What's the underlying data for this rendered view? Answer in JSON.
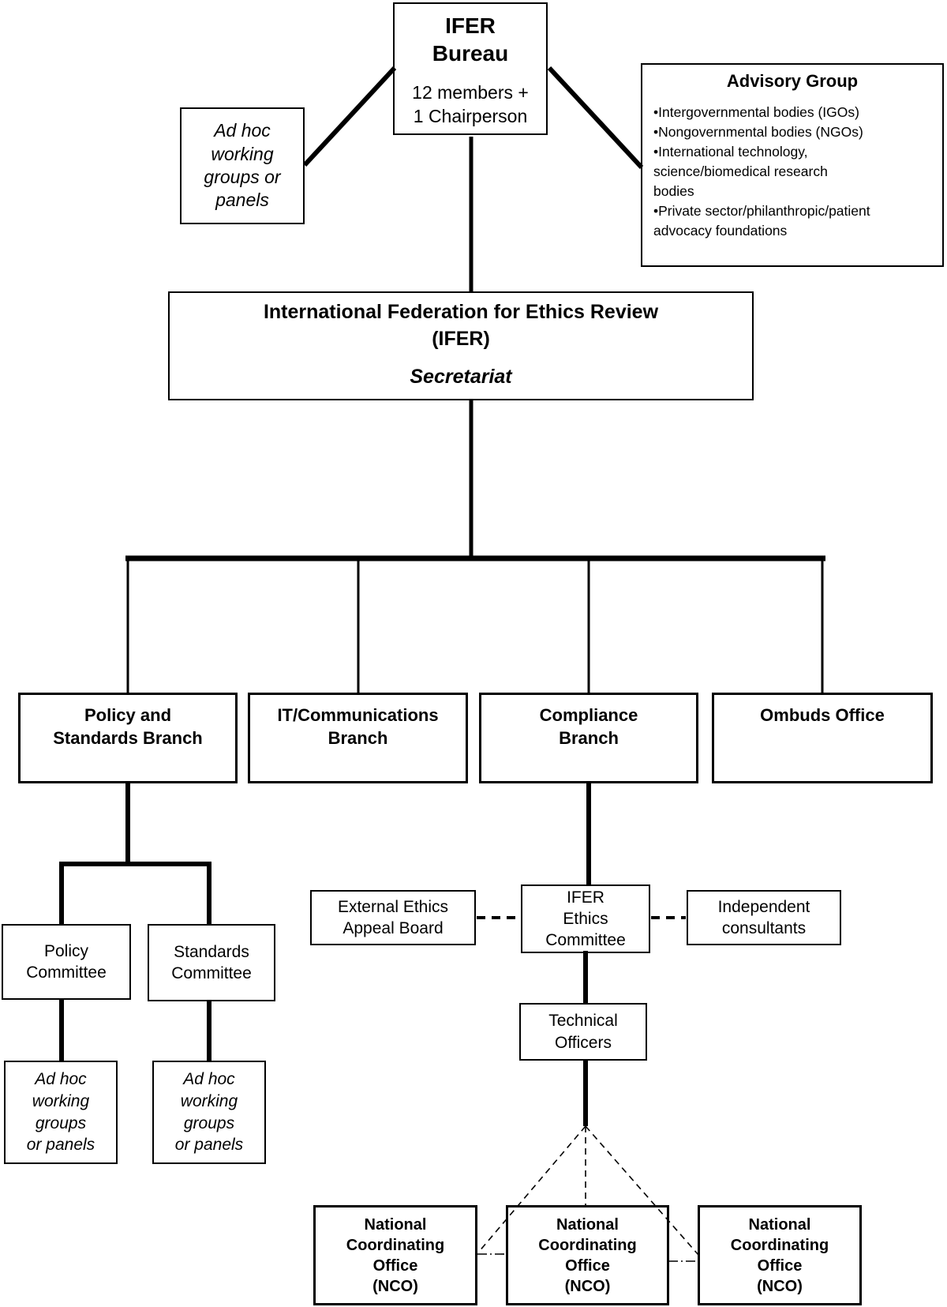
{
  "diagram": {
    "bureau": {
      "title": "IFER\nBureau",
      "subtitle": "12 members +\n1 Chairperson"
    },
    "adhoc_top": {
      "label": "Ad hoc\nworking\ngroups or\npanels"
    },
    "advisory": {
      "title": "Advisory Group",
      "body": "•Intergovernmental bodies (IGOs)\n•Nongovernmental bodies (NGOs)\n•International technology,\nscience/biomedical research\nbodies\n•Private sector/philanthropic/patient\nadvocacy foundations"
    },
    "secretariat": {
      "title": "International Federation for Ethics Review\n(IFER)",
      "subtitle": "Secretariat"
    },
    "branches": [
      {
        "label": "Policy and\nStandards Branch"
      },
      {
        "label": "IT/Communications\nBranch"
      },
      {
        "label": "Compliance\nBranch"
      },
      {
        "label": "Ombuds Office"
      }
    ],
    "policy_committee": {
      "label": "Policy\nCommittee"
    },
    "standards_committee": {
      "label": "Standards\nCommittee"
    },
    "adhoc_policy": {
      "label": "Ad hoc\nworking\ngroups\nor panels"
    },
    "adhoc_standards": {
      "label": "Ad hoc\nworking\ngroups\nor panels"
    },
    "external_board": {
      "label": "External Ethics\nAppeal Board"
    },
    "ethics_committee": {
      "label": "IFER\nEthics\nCommittee"
    },
    "independent_consultants": {
      "label": "Independent\nconsultants"
    },
    "technical_officers": {
      "label": "Technical\nOfficers"
    },
    "nco_offices": [
      {
        "label": "National\nCoordinating\nOffice\n(NCO)"
      },
      {
        "label": "National\nCoordinating\nOffice\n(NCO)"
      },
      {
        "label": "National\nCoordinating\nOffice\n(NCO)"
      }
    ]
  },
  "colors": {
    "line": "#000000",
    "background": "#ffffff",
    "text": "#000000"
  }
}
